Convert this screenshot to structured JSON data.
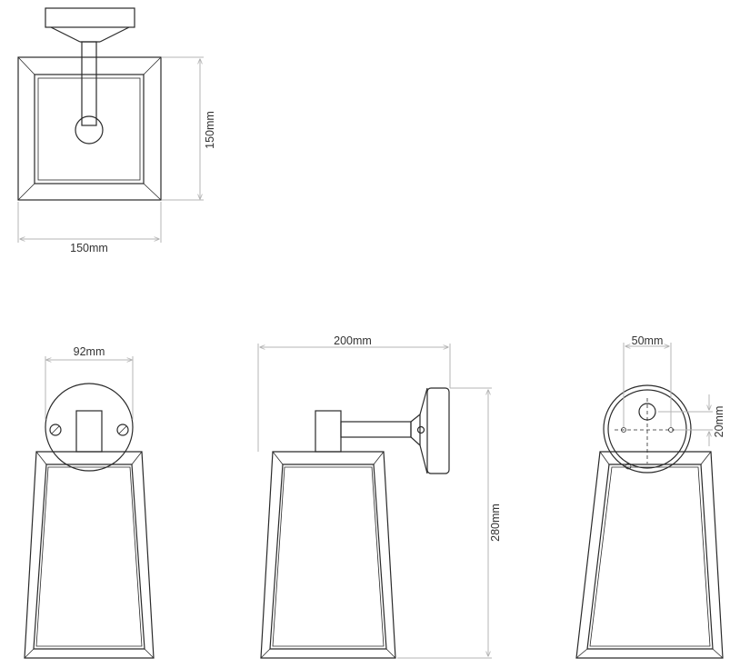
{
  "dimensions": {
    "top_height": "150mm",
    "top_width": "150mm",
    "front_width": "92mm",
    "side_depth": "200mm",
    "side_height": "280mm",
    "back_hole_spacing": "50mm",
    "back_offset": "20mm"
  },
  "colors": {
    "outline": "#2a2a2a",
    "dimension_line": "#b4b4b4",
    "label": "#333333"
  }
}
